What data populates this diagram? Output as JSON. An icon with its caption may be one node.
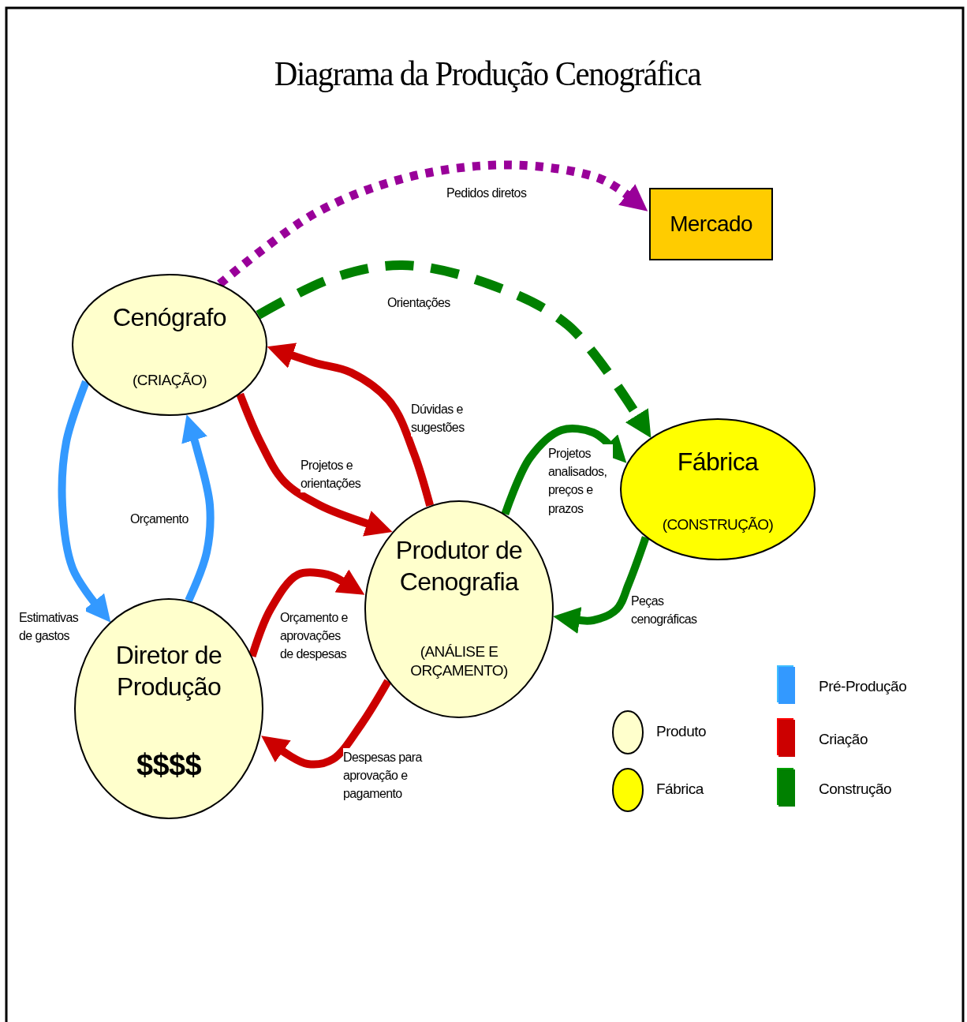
{
  "diagram": {
    "title": "Diagrama da Produção Cenográfica",
    "nodes": [
      {
        "text": [
          "Cenógrafo",
          "(CRIAÇÃO)"
        ]
      },
      {
        "text": [
          "Mercado"
        ]
      },
      {
        "text": [
          "Fábrica",
          "(CONSTRUÇÃO)"
        ]
      },
      {
        "text": [
          "Produtor de Cenografia",
          "(ANÁLISE E ORÇAMENTO)"
        ]
      },
      {
        "text": [
          "Diretor de Produção",
          "$$$$"
        ]
      }
    ],
    "edges": [
      {
        "from": 0,
        "to": 1,
        "arrow": "to",
        "label": "Pedidos diretos",
        "style": "dashed",
        "color": "#990099"
      },
      {
        "from": 0,
        "to": 2,
        "arrow": "to",
        "label": "Orientações",
        "style": "dashed",
        "color": "#008000"
      },
      {
        "from": 3,
        "to": 0,
        "arrow": "to",
        "label": "Dúvidas e sugestões"
      },
      {
        "from": 0,
        "to": 3,
        "arrow": "to",
        "label": "Projetos e orientações"
      },
      {
        "from": 0,
        "to": 4,
        "arrow": "to",
        "label": "Estimativas de gastos",
        "color": "#3399ff"
      },
      {
        "from": 4,
        "to": 0,
        "arrow": "to",
        "label": "Orçamento",
        "color": "#3399ff"
      },
      {
        "from": 4,
        "to": 3,
        "arrow": "to",
        "label": "Orçamento e aprovações de despesas"
      },
      {
        "from": 3,
        "to": 4,
        "arrow": "to",
        "label": "Despesas para aprovação e pagamento"
      },
      {
        "from": 3,
        "to": 2,
        "arrow": "to",
        "label": "Projetos analisados, preços e prazos",
        "color": "#008000"
      },
      {
        "from": 2,
        "to": 3,
        "arrow": "to",
        "label": "Peças cenográficas",
        "color": "#008000"
      }
    ],
    "legend": [
      {
        "text": "Produto"
      },
      {
        "text": "Fábrica"
      },
      {
        "text": "Pré-Produção",
        "color": "#3399ff"
      },
      {
        "text": "Criação",
        "color": "#cc0000"
      },
      {
        "text": "Construção",
        "color": "#008000"
      }
    ]
  }
}
